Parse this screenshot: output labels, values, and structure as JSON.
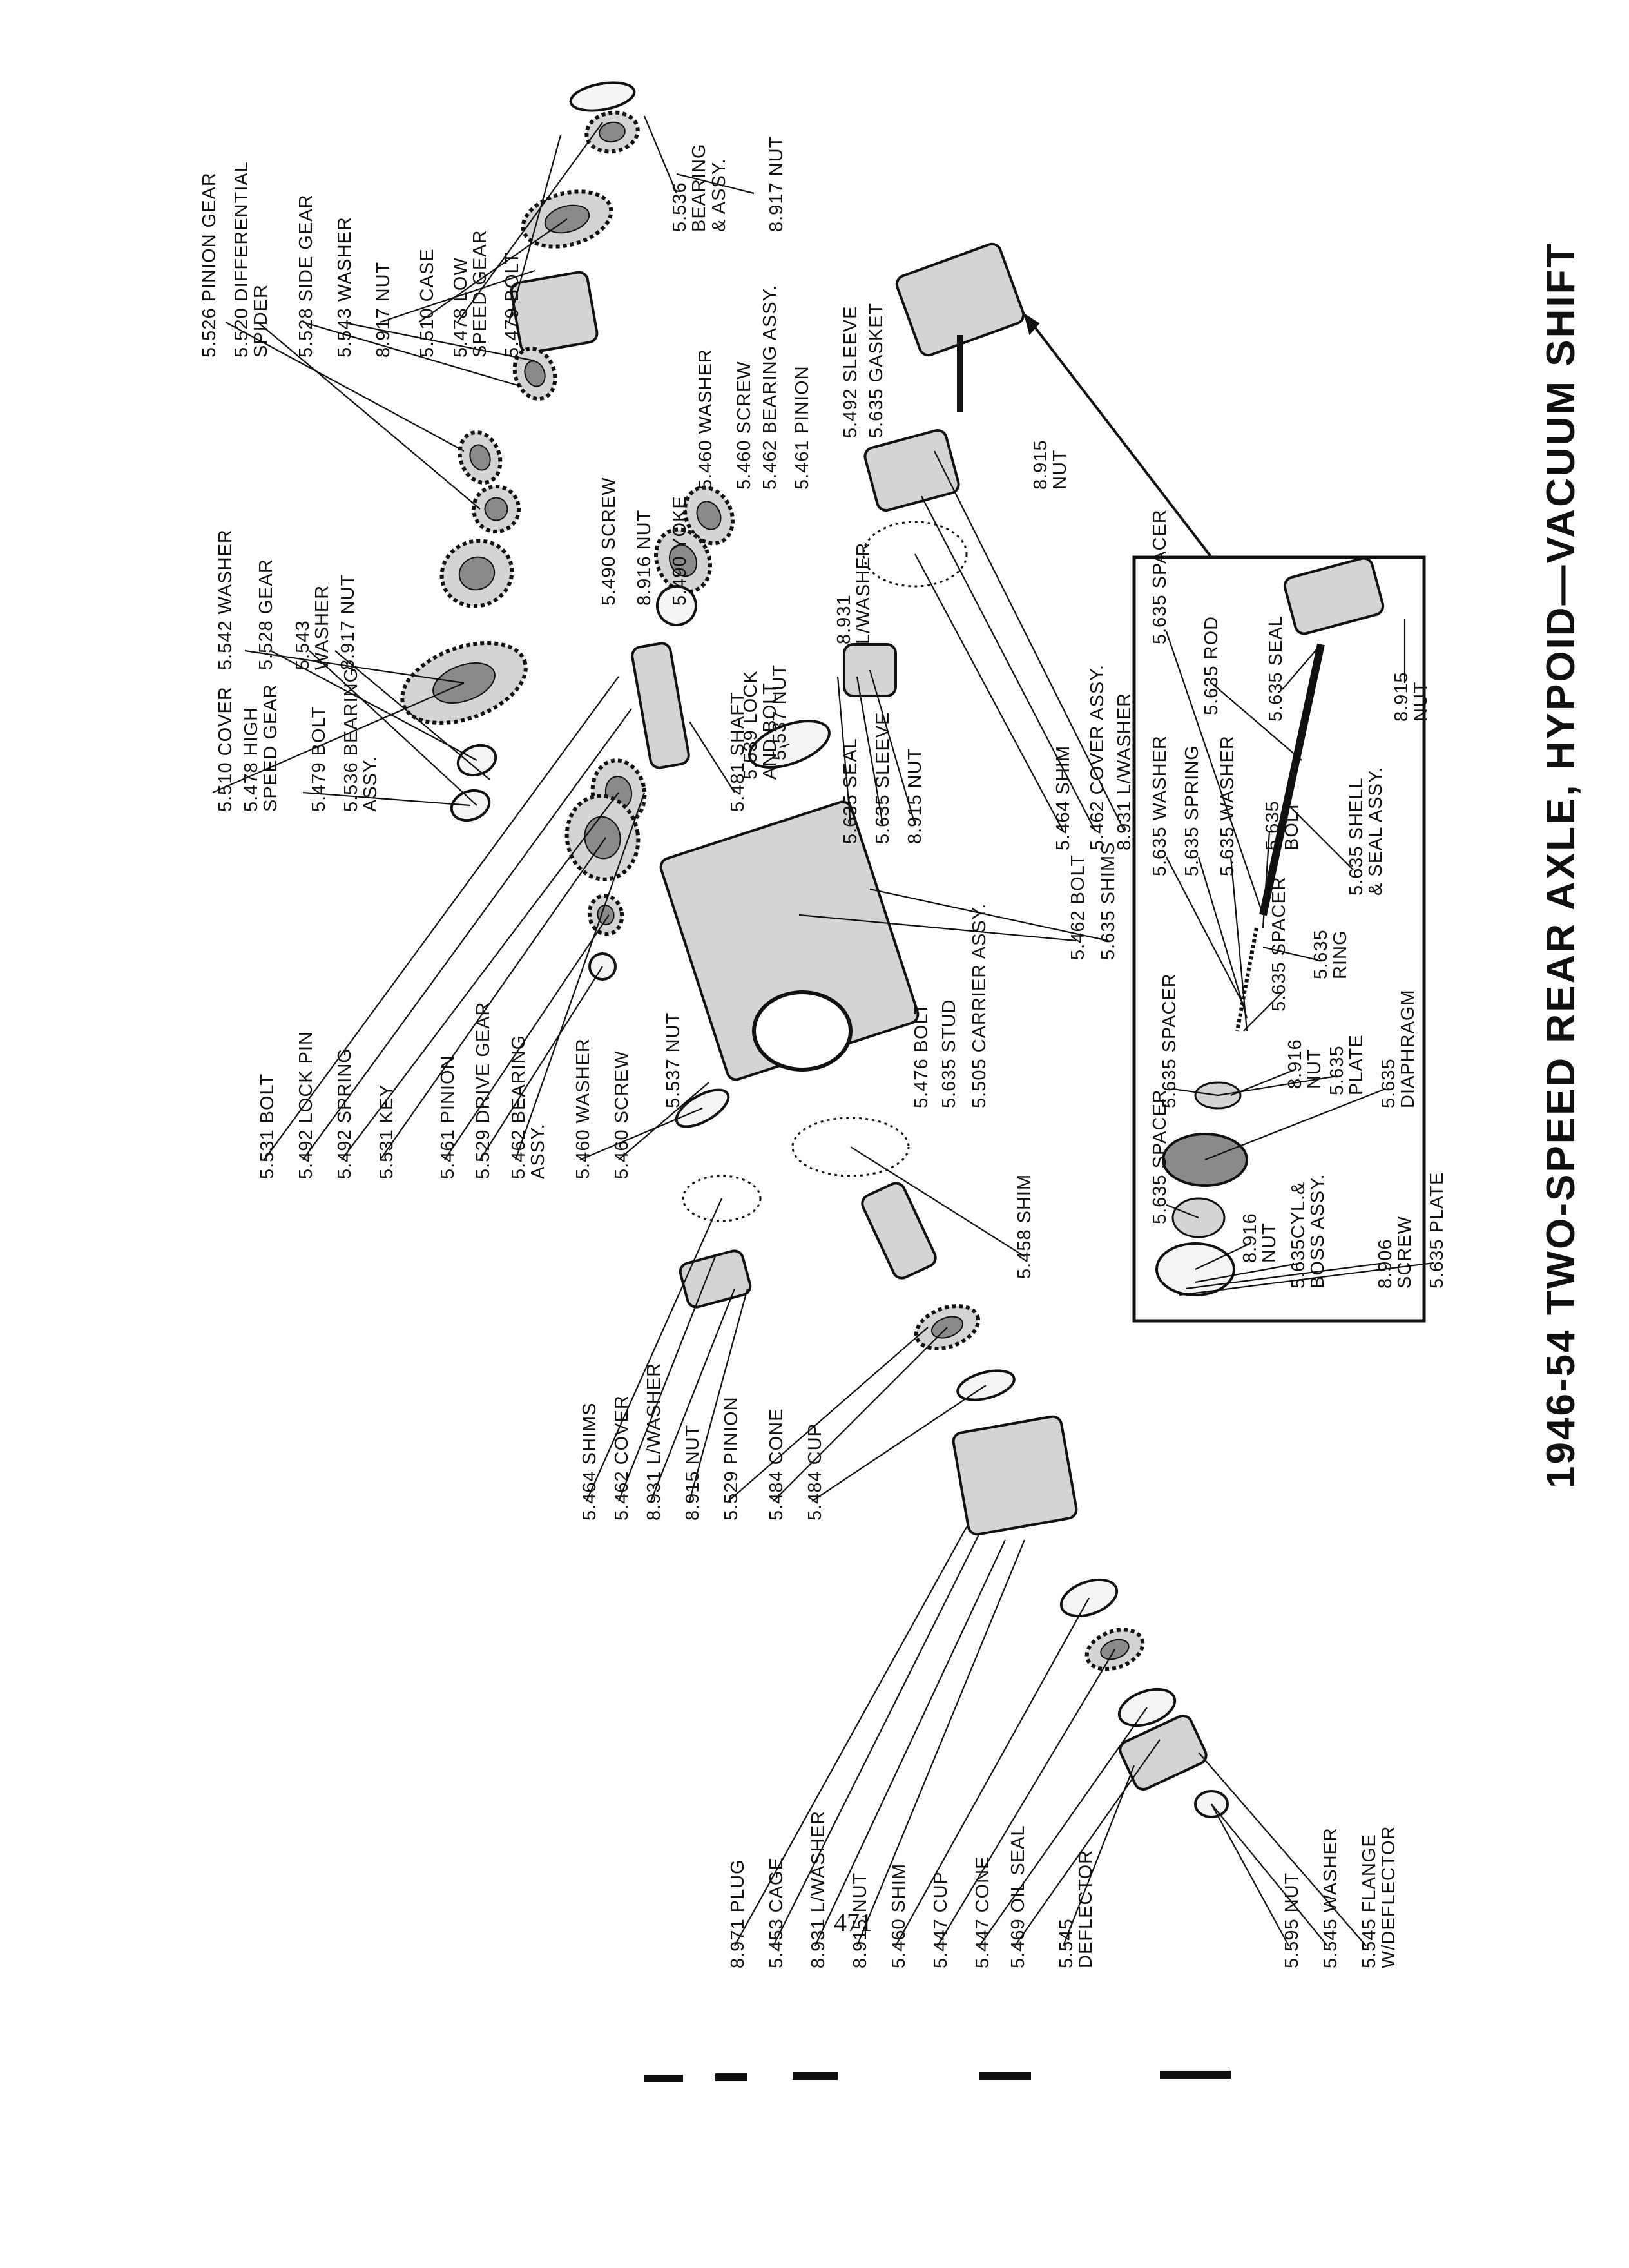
{
  "title": "1946-54 TWO-SPEED REAR AXLE, HYPOID—VACUUM SHIFT",
  "page_number": "471",
  "colors": {
    "ink": "#111111",
    "part_fill": "#d4d4d4",
    "part_dark": "#8a8a8a",
    "paper": "#ffffff"
  },
  "labels": {
    "top": [
      "5.526 PINION GEAR",
      "5.520 DIFFERENTIAL\nSPIDER",
      "5.528 SIDE GEAR",
      "5.543 WASHER",
      "8.917 NUT",
      "5.510 CASE",
      "5.478 LOW\nSPEED GEAR",
      "5.479 BOLT",
      "5.536\nBEARING\n& ASSY.",
      "8.917 NUT"
    ],
    "middle_top": [
      "5.460 WASHER",
      "5.460 SCREW",
      "5.462 BEARING ASSY.",
      "5.461 PINION",
      "5.492 SLEEVE",
      "5.635 GASKET",
      "5.490 SCREW",
      "8.916 NUT",
      "5.490 YOKE",
      "8.915\nNUT",
      "8.931\nL/WASHER"
    ],
    "left_upper": [
      "5.542 WASHER",
      "5.528 GEAR",
      "5.543\nWASHER",
      "8.917 NUT",
      "5.510 COVER",
      "5.478 HIGH\nSPEED GEAR",
      "5.479 BOLT",
      "5.536 BEARING\nASSY."
    ],
    "center": [
      "5.481 SHAFT",
      "5.539 LOCK\nAND BOLT",
      "5.537 NUT",
      "5.635 SEAL",
      "5.635 SLEEVE",
      "8.915 NUT",
      "5.464 SHIM",
      "5.462 COVER ASSY.",
      "8.931 L/WASHER",
      "5.462 BOLT",
      "5.635 SHIMS",
      "5.476 BOLT",
      "5.635 STUD",
      "5.505 CARRIER ASSY."
    ],
    "left_middle": [
      "5.531 BOLT",
      "5.492 LOCK PIN",
      "5.492 SPRING",
      "5.531 KEY",
      "5.461 PINION",
      "5.529 DRIVE GEAR",
      "5.462 BEARING\nASSY.",
      "5.460 WASHER",
      "5.460 SCREW",
      "5.537 NUT"
    ],
    "inset": [
      "5.635 SPACER",
      "5.635 ROD",
      "5.635 SEAL",
      "8.915\nNUT",
      "5.635 SHELL\n& SEAL ASSY.",
      "5.635\nBOLT",
      "5.635 WASHER",
      "5.635 SPRING",
      "5.635 WASHER",
      "5.635\nRING",
      "5.635 SPACER",
      "5.635 SPACER",
      "8.916\nNUT",
      "5.635\nPLATE",
      "5.635\nDIAPHRAGM",
      "5.635 SPACER",
      "8.916\nNUT",
      "5.635CYL.&\nBOSS ASSY.",
      "8.906\nSCREW",
      "5.635 PLATE"
    ],
    "lower": [
      "5.458 SHIM",
      "5.464 SHIMS",
      "5.462 COVER",
      "8.931 L/WASHER",
      "8.915 NUT",
      "5.529 PINION",
      "5.484 CONE",
      "5.484 CUP",
      "8.971 PLUG",
      "5.453 CAGE",
      "8.931 L/WASHER",
      "8.915 NUT",
      "5.460 SHIM",
      "5.447 CUP",
      "5.447 CONE",
      "5.469 OIL SEAL",
      "5.545\nDEFLECTOR",
      "5.595 NUT",
      "5.545 WASHER",
      "5.545 FLANGE\nW/DEFLECTOR"
    ]
  }
}
